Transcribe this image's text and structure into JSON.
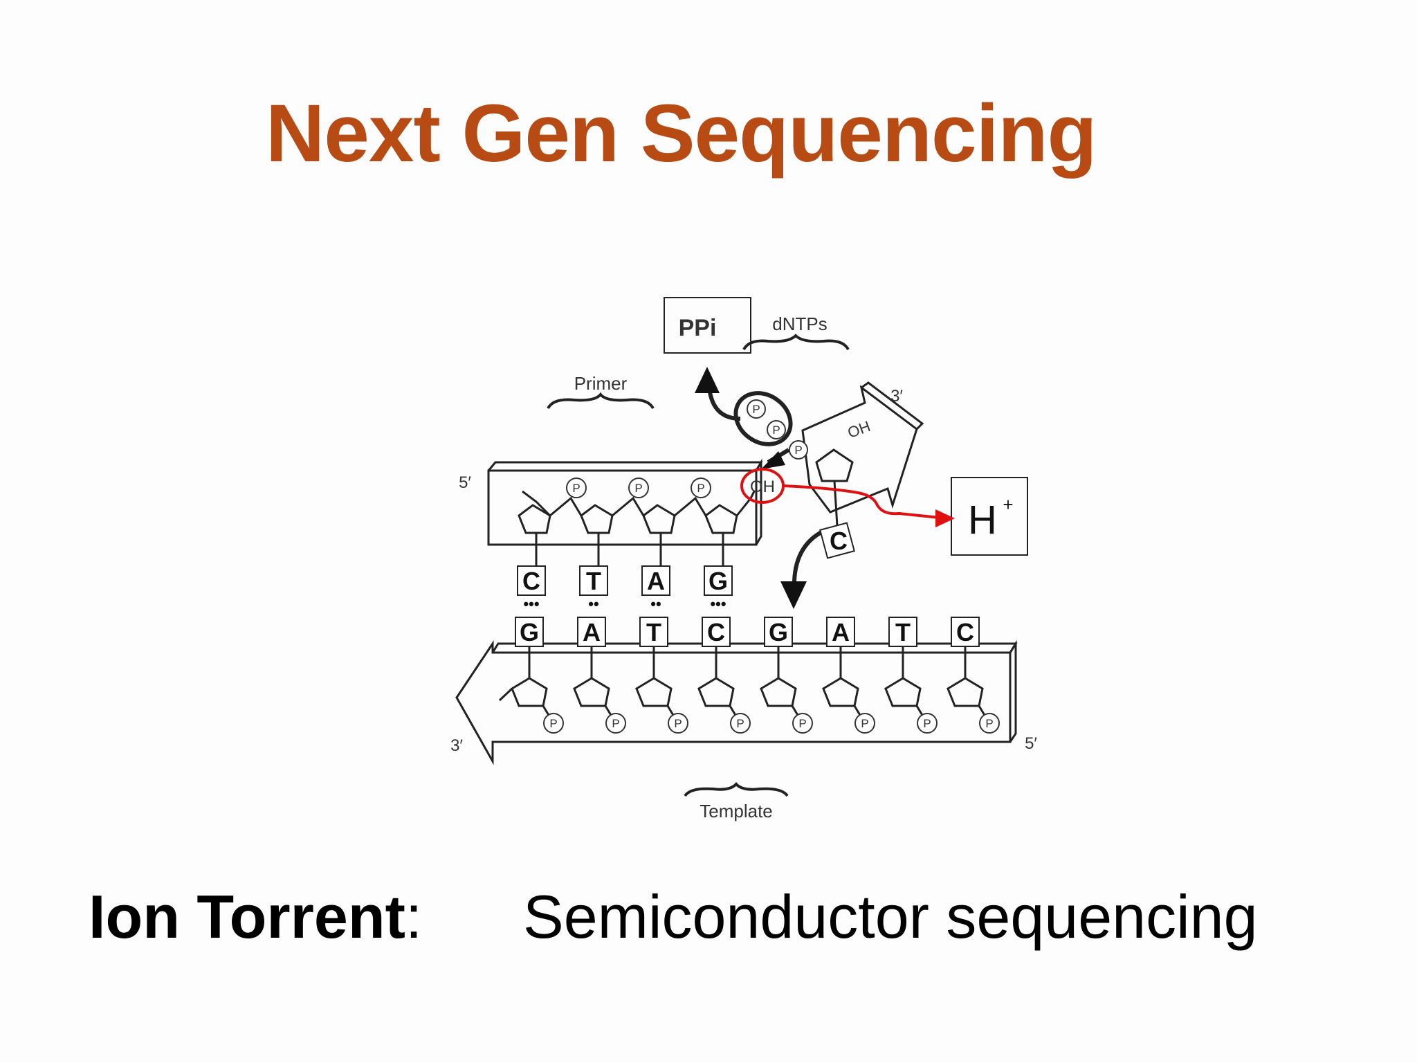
{
  "title": "Next Gen Sequencing",
  "footer": {
    "label": "Ion Torrent",
    "colon": ":",
    "description": "Semiconductor sequencing"
  },
  "diagram": {
    "ppi_label": "PPi",
    "dntps_label": "dNTPs",
    "primer_label": "Primer",
    "template_label": "Template",
    "hydrogen_label": "H",
    "hydrogen_charge": "+",
    "five_prime_top": "5′",
    "three_prime_incoming": "3′",
    "three_prime_template": "3′",
    "five_prime_template": "5′",
    "oh_primer": "OH",
    "oh_incoming": "OH",
    "phosphate_symbol": "P",
    "incoming_base": "C",
    "primer_bases": [
      "C",
      "T",
      "A",
      "G"
    ],
    "primer_bond_dots": [
      "•••",
      "••",
      "••",
      "•••"
    ],
    "template_bases": [
      "G",
      "A",
      "T",
      "C",
      "G",
      "A",
      "T",
      "C"
    ]
  },
  "colors": {
    "title": "#b84a14",
    "highlight": "#e01010",
    "line": "#222222"
  }
}
